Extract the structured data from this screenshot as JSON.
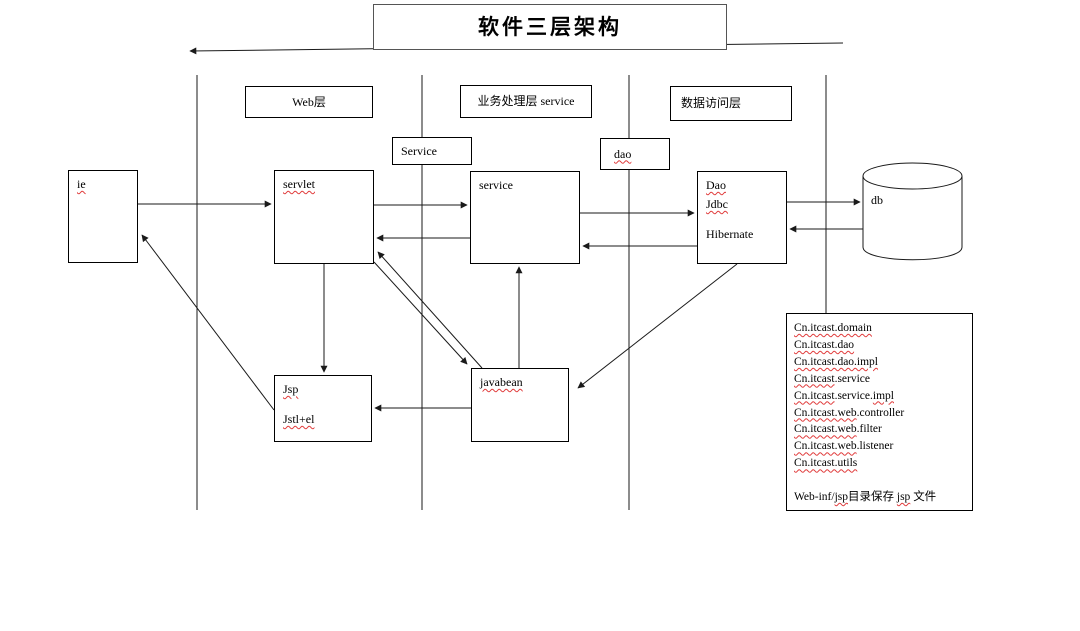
{
  "title": "软件三层架构",
  "layer_labels": {
    "web": "Web层",
    "business": "业务处理层  service",
    "data_access": "数据访问层"
  },
  "nodes": {
    "ie": [
      {
        "t": "ie",
        "s": true
      }
    ],
    "servlet": [
      {
        "t": "servlet",
        "s": true
      }
    ],
    "service_small": [
      {
        "t": "Service",
        "s": false
      }
    ],
    "dao_small": [
      {
        "t": "dao",
        "s": true
      }
    ],
    "service": [
      {
        "t": "service",
        "s": false
      }
    ],
    "dao_line1": [
      {
        "t": "Dao",
        "s": true
      }
    ],
    "dao_line2": [
      {
        "t": "Jdbc",
        "s": true
      }
    ],
    "dao_line3": [
      {
        "t": "Hibernate",
        "s": false
      }
    ],
    "db": "db",
    "jsp_line1": [
      {
        "t": "Jsp",
        "s": true
      }
    ],
    "jsp_line2": [
      {
        "t": "Jstl+el",
        "s": true
      }
    ],
    "javabean": [
      {
        "t": "javabean",
        "s": true
      }
    ]
  },
  "packages": {
    "items": [
      [
        {
          "t": "Cn.itcast.domain",
          "s": true
        }
      ],
      [
        {
          "t": "Cn.itcast.dao",
          "s": true
        }
      ],
      [
        {
          "t": "Cn.itcast.dao.impl",
          "s": true
        }
      ],
      [
        {
          "t": "Cn.itcast",
          "s": true
        },
        {
          "t": ".service",
          "s": false
        }
      ],
      [
        {
          "t": "Cn.itcast",
          "s": true
        },
        {
          "t": ".service.",
          "s": false
        },
        {
          "t": "impl",
          "s": true
        }
      ],
      [
        {
          "t": "Cn.itcast.web",
          "s": true
        },
        {
          "t": ".controller",
          "s": false
        }
      ],
      [
        {
          "t": "Cn.itcast.web",
          "s": true
        },
        {
          "t": ".filter",
          "s": false
        }
      ],
      [
        {
          "t": "Cn.itcast.web",
          "s": true
        },
        {
          "t": ".listener",
          "s": false
        }
      ],
      [
        {
          "t": "Cn.itcast.utils",
          "s": true
        }
      ],
      [
        {
          "t": "",
          "s": false
        }
      ],
      [
        {
          "t": "Web-inf/",
          "s": false
        },
        {
          "t": "jsp",
          "s": true
        },
        {
          "t": "目录保存 ",
          "s": false
        },
        {
          "t": "jsp",
          "s": true
        },
        {
          "t": " 文件",
          "s": false
        }
      ]
    ]
  },
  "colors": {
    "line": "#1a1a1a",
    "squiggle": "#e03a3a",
    "background": "#ffffff"
  }
}
